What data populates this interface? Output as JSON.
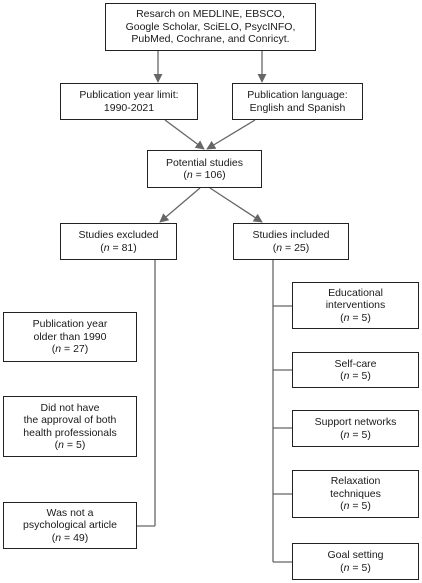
{
  "nodes": {
    "research": {
      "lines": [
        "Resarch on MEDLINE, EBSCO,",
        "Google Scholar, SciELO, PsycINFO,",
        "PubMed, Cochrane, and Conricyt."
      ]
    },
    "year_limit": {
      "lines": [
        "Publication year limit:",
        "1990-2021"
      ]
    },
    "language": {
      "lines": [
        "Publication language:",
        "English and Spanish"
      ]
    },
    "potential": {
      "title": "Potential studies",
      "n": "106"
    },
    "excluded": {
      "title": "Studies excluded",
      "n": "81"
    },
    "included": {
      "title": "Studies included",
      "n": "25"
    },
    "older": {
      "lines": [
        "Publication year",
        "older than 1990"
      ],
      "n": "27"
    },
    "approval": {
      "lines": [
        "Did not have",
        "the approval of both",
        "health professionals"
      ],
      "n": "5"
    },
    "psych": {
      "lines": [
        "Was not a",
        "psychological article"
      ],
      "n": "49"
    },
    "educational": {
      "lines": [
        "Educational",
        "interventions"
      ],
      "n": "5"
    },
    "selfcare": {
      "lines": [
        "Self-care"
      ],
      "n": "5"
    },
    "support": {
      "lines": [
        "Support networks"
      ],
      "n": "5"
    },
    "relaxation": {
      "lines": [
        "Relaxation",
        "techniques"
      ],
      "n": "5"
    },
    "goal": {
      "lines": [
        "Goal setting"
      ],
      "n": "5"
    }
  },
  "labels": {
    "n_symbol": "n",
    "eq": " = "
  },
  "colors": {
    "line": "#666666",
    "border": "#222222"
  }
}
